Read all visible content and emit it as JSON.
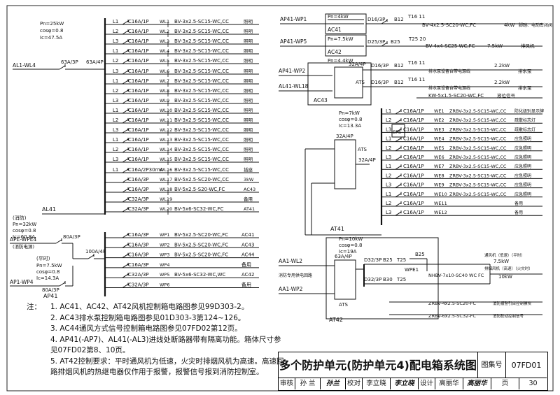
{
  "feeders": {
    "left_source": "AL1-WL4",
    "breaker_main_63": "63A/3P",
    "breaker_main_63_4p": "63A/4P",
    "params_al41": [
      "Pn=25kW",
      "cosφ=0.8",
      "Ic=47.5A"
    ],
    "al41_label": "AL41",
    "fire_label": "(消防)",
    "ape_source": "APE-WPE4",
    "ape_note": "(消防电源)",
    "params_ape": [
      "Pn=32kW",
      "cosφ=0.8",
      "Ic=60.8A"
    ],
    "ape_breaker": "80A/3P",
    "wartime_label": "(平时)",
    "ap1_source": "AP1-WP4",
    "params_ap1": [
      "Pn=7.5kW",
      "cosφ=0.8",
      "Ic=14.3A"
    ],
    "ap1_breaker": "80A/3P",
    "ap41_label": "AP41",
    "main_100": "100A/4P"
  },
  "al41_circuits": [
    {
      "phase": "L1",
      "breaker": "C16A/1P",
      "id": "WL1",
      "cable": "BV-3x2.5-SC15-WC,CC",
      "use": "照明"
    },
    {
      "phase": "L2",
      "breaker": "C16A/1P",
      "id": "WL2",
      "cable": "BV-3x2.5-SC15-WC,CC",
      "use": "照明"
    },
    {
      "phase": "L3",
      "breaker": "C16A/1P",
      "id": "WL3",
      "cable": "BV-3x2.5-SC15-WC,CC",
      "use": "照明"
    },
    {
      "phase": "L1",
      "breaker": "C16A/1P",
      "id": "WL4",
      "cable": "BV-3x2.5-SC15-WC,CC",
      "use": "照明"
    },
    {
      "phase": "L2",
      "breaker": "C16A/1P",
      "id": "WL5",
      "cable": "BV-3x2.5-SC15-WC,CC",
      "use": "照明"
    },
    {
      "phase": "L3",
      "breaker": "C16A/1P",
      "id": "WL6",
      "cable": "BV-3x2.5-SC15-WC,CC",
      "use": "照明"
    },
    {
      "phase": "L1",
      "breaker": "C16A/1P",
      "id": "WL7",
      "cable": "BV-3x2.5-SC15-WC,CC",
      "use": "照明"
    },
    {
      "phase": "L2",
      "breaker": "C16A/1P",
      "id": "WL8",
      "cable": "BV-3x2.5-SC15-WC,CC",
      "use": "照明"
    },
    {
      "phase": "L3",
      "breaker": "C16A/1P",
      "id": "WL9",
      "cable": "BV-3x2.5-SC15-WC,CC",
      "use": "照明"
    },
    {
      "phase": "L1",
      "breaker": "C16A/1P",
      "id": "WL10",
      "cable": "BV-3x2.5-SC15-WC,CC",
      "use": "照明"
    },
    {
      "phase": "L2",
      "breaker": "C16A/1P",
      "id": "WL11",
      "cable": "BV-3x2.5-SC15-WC,CC",
      "use": "照明"
    },
    {
      "phase": "L3",
      "breaker": "C16A/1P",
      "id": "WL12",
      "cable": "BV-3x2.5-SC15-WC,CC",
      "use": "照明"
    },
    {
      "phase": "L1",
      "breaker": "C16A/1P",
      "id": "WL13",
      "cable": "BV-3x2.5-SC15-WC,CC",
      "use": "照明"
    },
    {
      "phase": "L2",
      "breaker": "C16A/1P",
      "id": "WL14",
      "cable": "BV-3x2.5-SC15-WC,CC",
      "use": "照明"
    },
    {
      "phase": "L3",
      "breaker": "C16A/1P",
      "id": "WL15",
      "cable": "BV-3x2.5-SC15-WC,CC",
      "use": "照明"
    },
    {
      "phase": "L1",
      "breaker": "C16A/2P30mA",
      "id": "WL16",
      "cable": "BV-3x2.5-SC15-WC,CC",
      "use": "插座"
    },
    {
      "phase": "",
      "breaker": "C16A/3P",
      "id": "WL17",
      "cable": "BV-5x2.5-SC20-WC,CC",
      "use": "3kW"
    },
    {
      "phase": "",
      "breaker": "C16A/3P",
      "id": "WL18",
      "cable": "BV-5x2.5-S20-WC,FC",
      "use": "AC43"
    },
    {
      "phase": "",
      "breaker": "C32A/3P",
      "id": "WL19",
      "cable": "",
      "use": "备用"
    },
    {
      "phase": "",
      "breaker": "C32A/3P",
      "id": "WL20",
      "cable": "BV-5x6-SC32-WC,FC",
      "use": "AT41"
    }
  ],
  "ap41_circuits": [
    {
      "breaker": "C16A/3P",
      "id": "WP1",
      "cable": "BV-5x2.5-SC20-WC,FC",
      "use": "AC41"
    },
    {
      "breaker": "C16A/3P",
      "id": "WP2",
      "cable": "BV-5x2.5-SC20-WC,FC",
      "use": "AC43"
    },
    {
      "breaker": "C16A/3P",
      "id": "WP3",
      "cable": "BV-5x2.5-SC20-WC,FC",
      "use": "AC44"
    },
    {
      "breaker": "C16A/3P",
      "id": "WP4",
      "cable": "",
      "use": "备用"
    },
    {
      "breaker": "C32A/3P",
      "id": "WP5",
      "cable": "BV-5x6-SC32-WC,WC",
      "use": "AC42"
    },
    {
      "breaker": "C32A/3P",
      "id": "WP6",
      "cable": "",
      "use": "备用"
    }
  ],
  "ac_panels": {
    "ap41_wp1": "AP41-WP1",
    "pn_4": "Pn=4kW",
    "ac41": "AC41",
    "d16": "D16/3P",
    "b12": "B12",
    "t16": "T16 11",
    "cable_1": "BV-4x2.5-SC20-WC,FC",
    "load_1": "4kW",
    "use_1": "脚踏、电动密闭阀",
    "ap41_wp5": "AP41-WP5",
    "pn_75": "Pn=7.5kW",
    "ac42": "AC42",
    "d25": "D25/3P",
    "b25": "B25",
    "t25": "T25 20",
    "cable_2": "BV-4x4-SC25-WC,FC",
    "load_2": "7.5kW",
    "use_2": "排风机",
    "pn_44": "Pn=4.4kW",
    "ap41_wp2": "AP41-WP2",
    "al41_wl18": "AL41-WL18",
    "breaker_32_4p": "32A/4P",
    "ats": "ATS",
    "ac43": "AC43",
    "use_3a": "排水泵设备自带电源线",
    "load_3a": "2.2kW",
    "use_3b": "排水泵",
    "use_4a": "排水泵设备自带电源线",
    "load_4b": "2.2kW",
    "use_4b": "排水泵",
    "cable_5": "KW-5x1.5-SC20-WC,FC",
    "use_5": "液位信号"
  },
  "at41": {
    "params": [
      "Pn=7kW",
      "cosφ=0.8",
      "Ic=13.3A"
    ],
    "breaker_32_4p": "32A/4P",
    "ats": "ATS",
    "eps": "EPS",
    "label": "AT41",
    "circuits": [
      {
        "phase": "L1",
        "breaker": "C16A/1P",
        "id": "WE1",
        "cable": "ZRBV-3x2.5-SC15-WC,CC",
        "use": "防化级别显示牌"
      },
      {
        "phase": "L2",
        "breaker": "C16A/1P",
        "id": "WE2",
        "cable": "ZRBV-3x2.5-SC15-WC,CC",
        "use": "疏散标志灯"
      },
      {
        "phase": "L3",
        "breaker": "C16A/1P",
        "id": "WE3",
        "cable": "ZRBV-3x2.5-SC15-WC,CC",
        "use": "疏散标志灯"
      },
      {
        "phase": "L1",
        "breaker": "C16A/1P",
        "id": "WE4",
        "cable": "ZRBV-3x2.5-SC15-WC,CC",
        "use": "应急照明"
      },
      {
        "phase": "L2",
        "breaker": "C16A/1P",
        "id": "WE5",
        "cable": "ZRBV-3x2.5-SC15-WC,CC",
        "use": "应急照明"
      },
      {
        "phase": "L3",
        "breaker": "C16A/1P",
        "id": "WE6",
        "cable": "ZRBV-3x2.5-SC15-WC,CC",
        "use": "应急照明"
      },
      {
        "phase": "L1",
        "breaker": "C16A/1P",
        "id": "WE7",
        "cable": "ZRBV-3x2.5-SC15-WC,CC",
        "use": "应急照明"
      },
      {
        "phase": "L2",
        "breaker": "C16A/1P",
        "id": "WE8",
        "cable": "ZRBV-3x2.5-SC15-WC,CC",
        "use": "应急照明"
      },
      {
        "phase": "L3",
        "breaker": "C16A/1P",
        "id": "WE9",
        "cable": "ZRBV-3x2.5-SC15-WC,CC",
        "use": "应急照明"
      },
      {
        "phase": "L1",
        "breaker": "C16A/1P",
        "id": "WE10",
        "cable": "ZRBV-3x2.5-SC15-WC,CC",
        "use": "应急照明"
      },
      {
        "phase": "L2",
        "breaker": "C16A/1P",
        "id": "WE11",
        "cable": "",
        "use": "备用"
      },
      {
        "phase": "L3",
        "breaker": "C16A/1P",
        "id": "WE12",
        "cable": "",
        "use": "备用"
      }
    ]
  },
  "at42": {
    "params": [
      "Pn=10kW",
      "cosφ=0.8",
      "Ic=19A"
    ],
    "aa1_wl2": "AA1-WL2",
    "fire_note": "消防专用供电回路",
    "aa1_wp2": "AA1-WP2",
    "breaker_63_4p": "63A/4P",
    "ats": "ATS",
    "d32a": "D32/3P",
    "b25": "B25",
    "t25": "T25",
    "b25b": "B25",
    "wpe1": "WPE1",
    "d32b": "D32/3P",
    "b30": "B30",
    "t25b": "T25",
    "cable": "NHBV-7x10-SC40 WC FC",
    "fan_low": "通风机（低速）（平时）",
    "fan_low_kw": "7.5kW",
    "fan_high": "排烟风机（高速）（火灾时）",
    "fan_high_kw": "10kW",
    "label": "AT42",
    "cable_a": "ZRBV-4x2.5-SC20-FC",
    "use_a": "消防报警引自控制模块",
    "cable_b": "ZRBV-6x2.5-SC32-FC",
    "use_b": "消防联动控制信号"
  },
  "notes": {
    "header": "注：",
    "items": [
      "1.  AC41、AC42、AT42风机控制箱电路图参见99D303-2。",
      "2.  AC43排水泵控制箱电路图参见01D303-3第124~126。",
      "3.  AC44通风方式信号控制箱电路图参见07FD02第12页。",
      "4.  AP41(-AP7)、AL41(-AL3)进线处断路器带有隔离功能。箱体尺寸参见07FD02第8、10页。",
      "5.  AT42控制要求：平时通风机为低速，火灾时排烟风机为高速。高速回路排烟风机的热继电器仅作用于报警，报警信号报到消防控制室。"
    ]
  },
  "title_block": {
    "title": "多个防护单元(防护单元4)配电箱系统图",
    "atlas_label": "图集号",
    "atlas_no": "07FD01",
    "review_label": "审核",
    "reviewer": "孙  兰",
    "review_sig": "孙兰",
    "check_label": "校对",
    "checker": "李立晓",
    "check_sig": "李立晓",
    "design_label": "设计",
    "designer": "高丽华",
    "design_sig": "高丽华",
    "page_label": "页",
    "page_no": "30"
  }
}
